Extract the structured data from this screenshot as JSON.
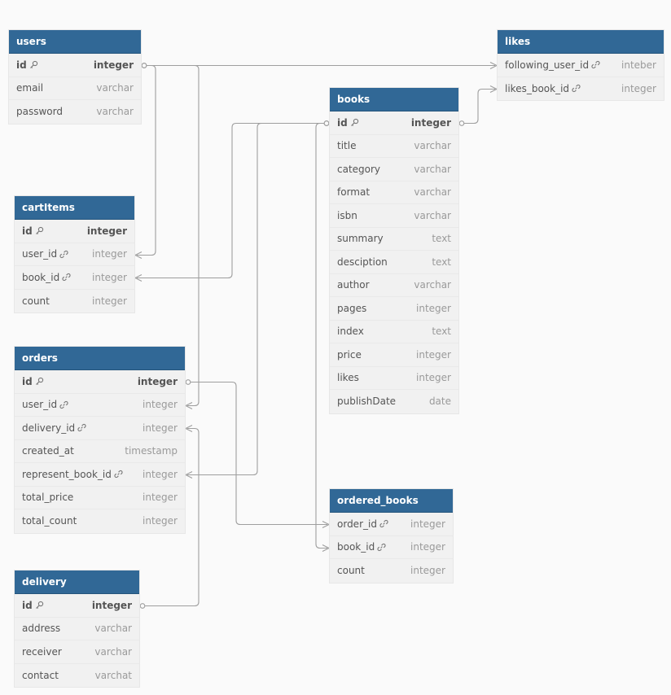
{
  "colors": {
    "header_bg": "#316896",
    "header_text": "#ffffff",
    "row_bg": "#f1f1f1",
    "line": "#9e9e9e"
  },
  "tables": {
    "users": {
      "name": "users",
      "columns": [
        {
          "name": "id",
          "type": "integer",
          "icon": "key-icon",
          "pk": true
        },
        {
          "name": "email",
          "type": "varchar"
        },
        {
          "name": "password",
          "type": "varchar"
        }
      ]
    },
    "likes": {
      "name": "likes",
      "columns": [
        {
          "name": "following_user_id",
          "type": "inteber",
          "icon": "link-icon"
        },
        {
          "name": "likes_book_id",
          "type": "integer",
          "icon": "link-icon"
        }
      ]
    },
    "books": {
      "name": "books",
      "columns": [
        {
          "name": "id",
          "type": "integer",
          "icon": "key-icon",
          "pk": true
        },
        {
          "name": "title",
          "type": "varchar"
        },
        {
          "name": "category",
          "type": "varchar"
        },
        {
          "name": "format",
          "type": "varchar"
        },
        {
          "name": "isbn",
          "type": "varchar"
        },
        {
          "name": "summary",
          "type": "text"
        },
        {
          "name": "desciption",
          "type": "text"
        },
        {
          "name": "author",
          "type": "varchar"
        },
        {
          "name": "pages",
          "type": "integer"
        },
        {
          "name": "index",
          "type": "text"
        },
        {
          "name": "price",
          "type": "integer"
        },
        {
          "name": "likes",
          "type": "integer"
        },
        {
          "name": "publishDate",
          "type": "date"
        }
      ]
    },
    "cartItems": {
      "name": "cartItems",
      "columns": [
        {
          "name": "id",
          "type": "integer",
          "icon": "key-icon",
          "pk": true
        },
        {
          "name": "user_id",
          "type": "integer",
          "icon": "link-icon"
        },
        {
          "name": "book_id",
          "type": "integer",
          "icon": "link-icon"
        },
        {
          "name": "count",
          "type": "integer"
        }
      ]
    },
    "orders": {
      "name": "orders",
      "columns": [
        {
          "name": "id",
          "type": "integer",
          "icon": "key-icon",
          "pk": true
        },
        {
          "name": "user_id",
          "type": "integer",
          "icon": "link-icon"
        },
        {
          "name": "delivery_id",
          "type": "integer",
          "icon": "link-icon"
        },
        {
          "name": "created_at",
          "type": "timestamp"
        },
        {
          "name": "represent_book_id",
          "type": "integer",
          "icon": "link-icon"
        },
        {
          "name": "total_price",
          "type": "integer"
        },
        {
          "name": "total_count",
          "type": "integer"
        }
      ]
    },
    "ordered_books": {
      "name": "ordered_books",
      "columns": [
        {
          "name": "order_id",
          "type": "integer",
          "icon": "link-icon"
        },
        {
          "name": "book_id",
          "type": "integer",
          "icon": "link-icon"
        },
        {
          "name": "count",
          "type": "integer"
        }
      ]
    },
    "delivery": {
      "name": "delivery",
      "columns": [
        {
          "name": "id",
          "type": "integer",
          "icon": "key-icon",
          "pk": true
        },
        {
          "name": "address",
          "type": "varchar"
        },
        {
          "name": "receiver",
          "type": "varchar"
        },
        {
          "name": "contact",
          "type": "varchat"
        }
      ]
    }
  },
  "relationships": [
    {
      "from": "users.id",
      "to": "likes.following_user_id"
    },
    {
      "from": "users.id",
      "to": "cartItems.user_id"
    },
    {
      "from": "users.id",
      "to": "orders.user_id"
    },
    {
      "from": "books.id",
      "to": "likes.likes_book_id"
    },
    {
      "from": "books.id",
      "to": "cartItems.book_id"
    },
    {
      "from": "books.id",
      "to": "orders.represent_book_id"
    },
    {
      "from": "books.id",
      "to": "ordered_books.book_id"
    },
    {
      "from": "orders.id",
      "to": "ordered_books.order_id"
    },
    {
      "from": "delivery.id",
      "to": "orders.delivery_id"
    }
  ]
}
